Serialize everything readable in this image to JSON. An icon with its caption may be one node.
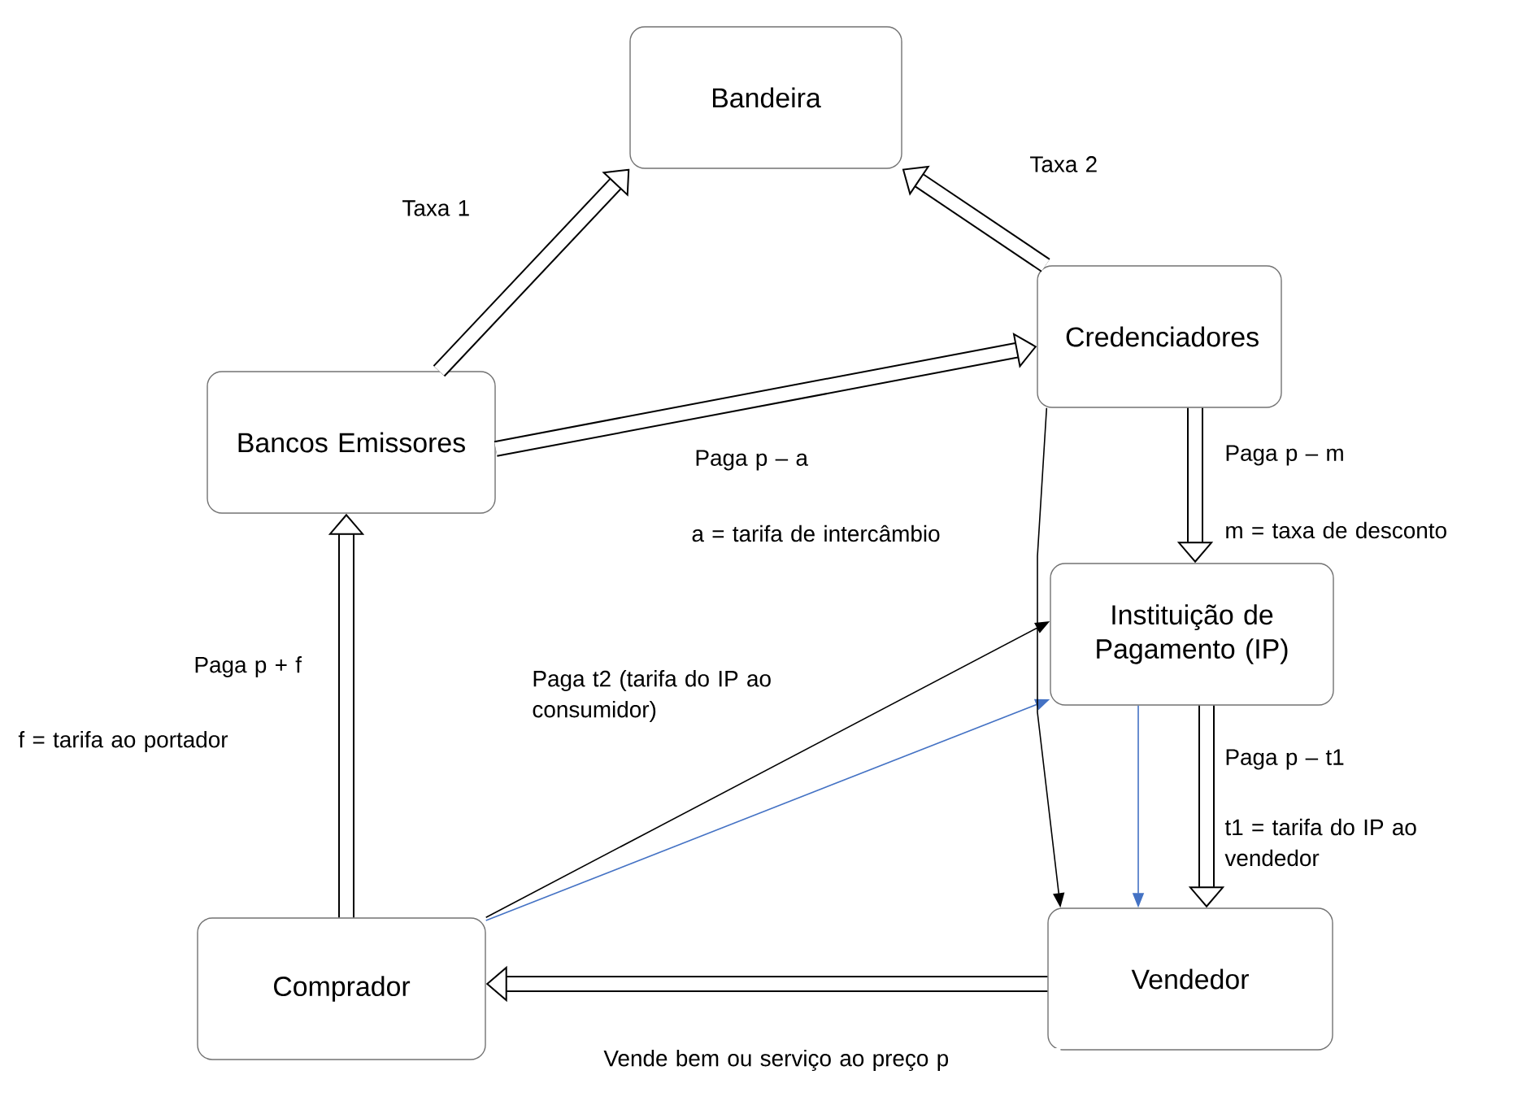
{
  "diagram": {
    "nodes": [
      {
        "text": [
          "Bandeira"
        ]
      },
      {
        "text": [
          "Credenciadores"
        ]
      },
      {
        "text": [
          "Bancos Emissores"
        ]
      },
      {
        "text": [
          "Instituição de Pagamento (IP)"
        ]
      },
      {
        "text": [
          "Comprador"
        ]
      },
      {
        "text": [
          "Vendedor"
        ]
      }
    ],
    "edges": [
      {
        "from": 2,
        "to": 0,
        "arrow": "to",
        "label": "Taxa 1"
      },
      {
        "from": 1,
        "to": 0,
        "arrow": "to",
        "label": "Taxa 2"
      },
      {
        "from": 2,
        "to": 1,
        "arrow": "to",
        "label": "Paga p – a"
      },
      {
        "from": 1,
        "to": 3,
        "arrow": "to",
        "label": "Paga p – m"
      },
      {
        "from": 3,
        "to": 5,
        "arrow": "to",
        "label": "Paga p – t1"
      },
      {
        "from": 4,
        "to": 2,
        "arrow": "to",
        "label": "Paga p + f"
      },
      {
        "from": 4,
        "to": 3,
        "arrow": "to",
        "label": "Paga t2 (tarifa do IP ao consumidor)"
      },
      {
        "from": 4,
        "to": 3,
        "arrow": "to",
        "color": "#4472c4"
      },
      {
        "from": 1,
        "to": 5,
        "arrow": "to"
      },
      {
        "from": 3,
        "to": 5,
        "arrow": "to",
        "color": "#4472c4"
      },
      {
        "from": 5,
        "to": 4,
        "arrow": "to",
        "label": "Vende bem ou serviço ao preço p"
      }
    ],
    "labels": [
      "m = taxa de desconto",
      "a = tarifa de intercâmbio",
      "f = tarifa ao portador",
      "t1 = tarifa do IP ao vendedor"
    ]
  }
}
